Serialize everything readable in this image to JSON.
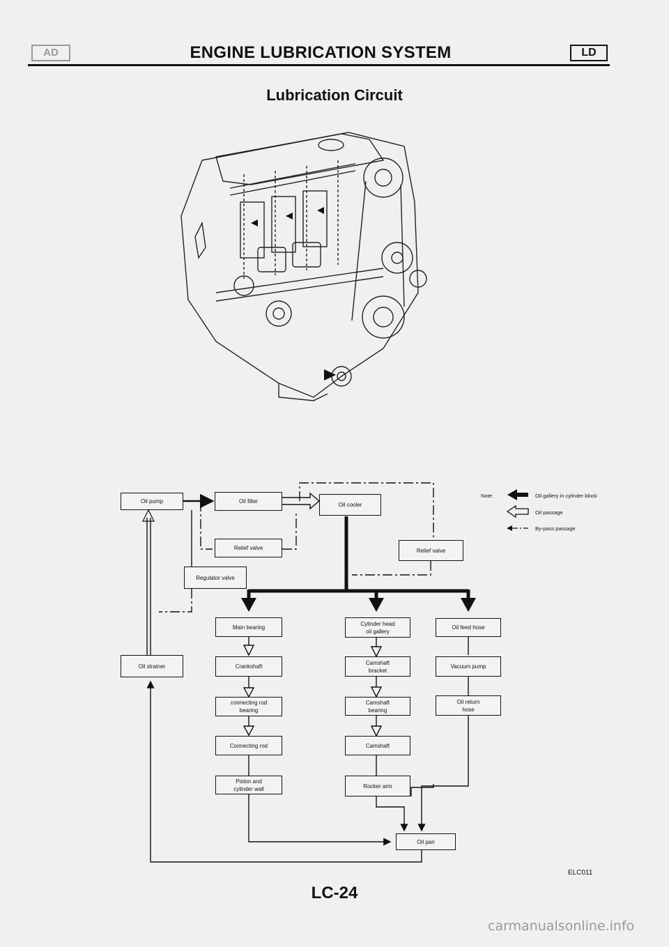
{
  "header": {
    "left_tag": "AD",
    "title": "ENGINE LUBRICATION SYSTEM",
    "right_tag": "LD"
  },
  "section_title": "Lubrication Circuit",
  "flow": {
    "oil_pump": "Oil pump",
    "oil_filter": "Oil filter",
    "oil_cooler": "Oil cooler",
    "relief_valve_filter": "Relief valve",
    "relief_valve_cooler": "Relief valve",
    "regulator_valve": "Regulator valve",
    "oil_strainer": "Oil strainer",
    "main_bearing": "Main bearing",
    "crankshaft": "Crankshaft",
    "connecting_rod_bearing": "connecting rod\nbearing",
    "connecting_rod": "Connecting rod",
    "piston_cylinder_wall": "Piston and\ncylinder wall",
    "cylinder_head_gallery": "Cylinder head\noil gallery",
    "camshaft_bracket": "Camshaft\nbracket",
    "camshaft_bearing": "Camshaft\nbearing",
    "camshaft": "Camshaft",
    "rocker_arm": "Rocker arm",
    "oil_feed_hose": "Oil feed hose",
    "vacuum_pump": "Vacuum pump",
    "oil_return_hose": "Oil return\nhose",
    "oil_pan": "Oil pan"
  },
  "legend": {
    "note": "Note:",
    "gallery": "Oil gallery in cylinder block",
    "passage": "Oil passage",
    "bypass": "By-pass passage"
  },
  "figure_code": "ELC011",
  "page_number": "LC-24",
  "watermark": "carmanualsonline.info"
}
